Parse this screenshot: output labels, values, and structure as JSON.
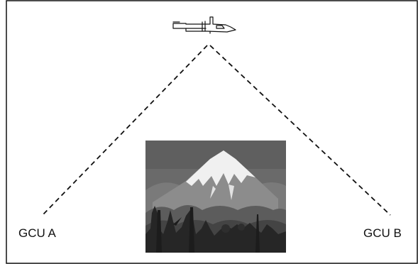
{
  "diagram": {
    "nodes": [
      {
        "id": "gcu_a",
        "label": "GCU A"
      },
      {
        "id": "gcu_b",
        "label": "GCU B"
      },
      {
        "id": "aircraft",
        "label": ""
      },
      {
        "id": "terrain",
        "label": ""
      }
    ],
    "edges": [
      {
        "from": "aircraft",
        "to": "gcu_a",
        "style": "dashed"
      },
      {
        "from": "aircraft",
        "to": "gcu_b",
        "style": "dashed"
      }
    ]
  },
  "colors": {
    "line": "#111111",
    "border": "#111111",
    "sky": "#6e6e6e",
    "mountain_snow": "#f2f2f2",
    "mountain_rock": "#8a8a8a",
    "forest": "#2a2a2a"
  }
}
